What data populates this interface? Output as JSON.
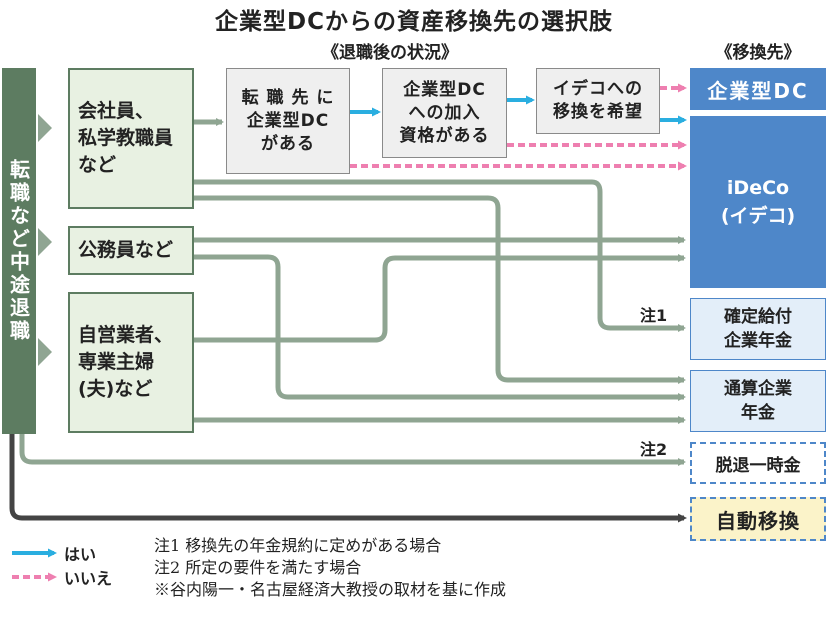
{
  "title": "企業型DCからの資産移換先の選択肢",
  "headers": {
    "situation": "《退職後の状況》",
    "destination": "《移換先》"
  },
  "side_label": "転職など中途退職",
  "origins": [
    {
      "label_lines": [
        "会社員、",
        "私学教職員",
        "など"
      ]
    },
    {
      "label_lines": [
        "公務員など"
      ]
    },
    {
      "label_lines": [
        "自営業者、",
        "専業主婦",
        "(夫)など"
      ]
    }
  ],
  "conditions": [
    {
      "label_lines": [
        "転 職 先 に",
        "企業型DC",
        "がある"
      ]
    },
    {
      "label_lines": [
        "企業型DC",
        "への加入",
        "資格がある"
      ]
    },
    {
      "label_lines": [
        "イデコへの",
        "移換を希望"
      ]
    }
  ],
  "destinations": {
    "corp_dc": "企業型DC",
    "ideco_lines": [
      "iDeCo",
      "(イデコ)"
    ],
    "db_lines": [
      "確定給付",
      "企業年金"
    ],
    "tsuusan_lines": [
      "通算企業",
      "年金"
    ],
    "lump_sum": "脱退一時金",
    "auto": "自動移換"
  },
  "note_tags": {
    "n1": "注1",
    "n2": "注2"
  },
  "legend": {
    "yes": "はい",
    "no": "いいえ",
    "yes_color": "#2aaee0",
    "no_color": "#ee7fb0"
  },
  "colors": {
    "flow": "#8fa592",
    "flow_dark": "#444444",
    "green": "#5d7c61",
    "blue": "#4e87c9"
  },
  "footnotes": [
    "注1 移換先の年金規約に定めがある場合",
    "注2 所定の要件を満たす場合",
    "※谷内陽一・名古屋経済大教授の取材を基に作成"
  ]
}
